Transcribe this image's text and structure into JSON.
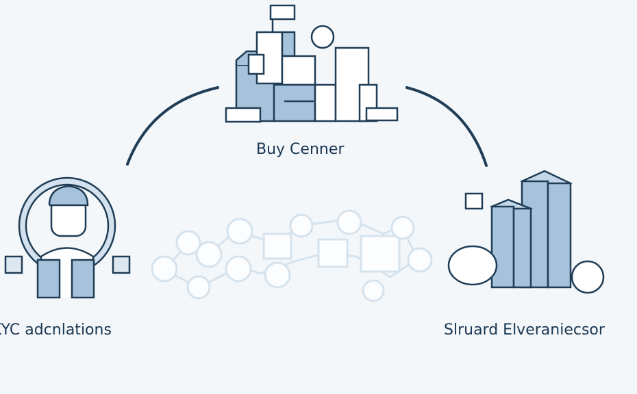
{
  "nodes": {
    "top": {
      "label": "Buy Cenner"
    },
    "left": {
      "label": "KYC adcnlations"
    },
    "right": {
      "label": "Slruard Elveraniecsor"
    }
  },
  "colors": {
    "background": "#f3f7fa",
    "stroke": "#1f3d56",
    "fill": "#a7c3dc",
    "faint": "#dde7ef"
  }
}
